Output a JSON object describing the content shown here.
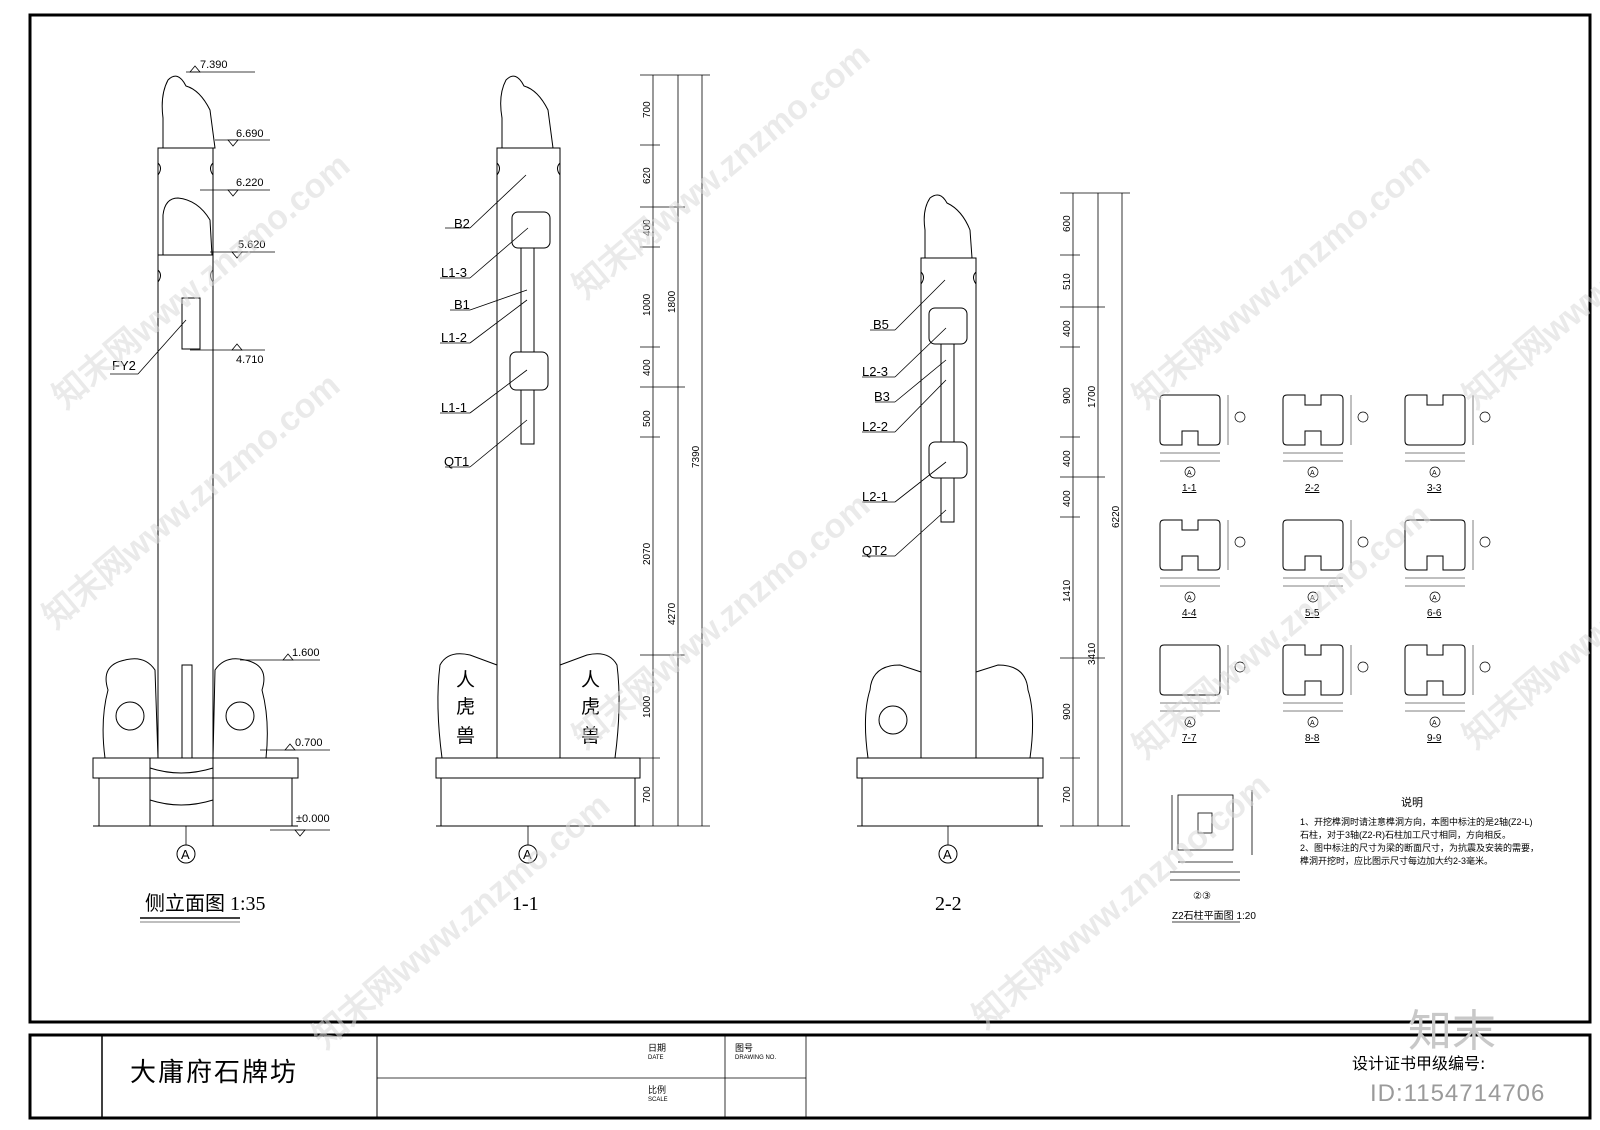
{
  "drawing": {
    "views": [
      {
        "title": "侧立面图",
        "scale": "1:35"
      },
      {
        "title": "1-1"
      },
      {
        "title": "2-2"
      }
    ],
    "axis_marker": "A",
    "side_elevations": [
      "7.390",
      "6.690",
      "6.220",
      "5.620",
      "4.710",
      "1.600",
      "0.700",
      "±0.000"
    ],
    "side_labels": [
      "FY2"
    ],
    "sec1_labels": [
      "B2",
      "L1-3",
      "B1",
      "L1-2",
      "L1-1",
      "QT1"
    ],
    "sec1_dims": [
      "700",
      "620",
      "400",
      "1000",
      "1800",
      "400",
      "500",
      "2070",
      "4270",
      "1000",
      "700",
      "7390"
    ],
    "sec2_labels": [
      "B5",
      "L2-3",
      "B3",
      "L2-2",
      "L2-1",
      "QT2"
    ],
    "sec2_dims": [
      "600",
      "510",
      "400",
      "1700",
      "900",
      "400",
      "400",
      "1410",
      "3410",
      "900",
      "700",
      "6220"
    ],
    "statue_text": "人虎兽",
    "small_sections": [
      "1-1",
      "2-2",
      "3-3",
      "4-4",
      "5-5",
      "6-6",
      "7-7",
      "8-8",
      "9-9"
    ],
    "plan_title": "Z2石柱平面图",
    "plan_scale": "1:20",
    "plan_marks": "②③",
    "notes_title": "说明",
    "notes": [
      "1、开挖榫洞时请注意榫洞方向，本图中标注的是2轴(Z2-L)",
      "石柱，对于3轴(Z2-R)石柱加工尺寸相同，方向相反。",
      "2、图中标注的尺寸为梁的断面尺寸，为抗震及安装的需要，",
      "榫洞开挖时，应比图示尺寸每边加大约2-3毫米。"
    ]
  },
  "title_block": {
    "project": "大庸府石牌坊",
    "date_cn": "日期",
    "date_en": "DATE",
    "drawing_no_cn": "图号",
    "drawing_no_en": "DRAWING NO.",
    "scale_cn": "比例",
    "scale_en": "SCALE",
    "cert": "设计证书甲级编号:",
    "id": "ID:1154714706",
    "logo": "知末"
  },
  "watermark": "知末网www.znzmo.com"
}
